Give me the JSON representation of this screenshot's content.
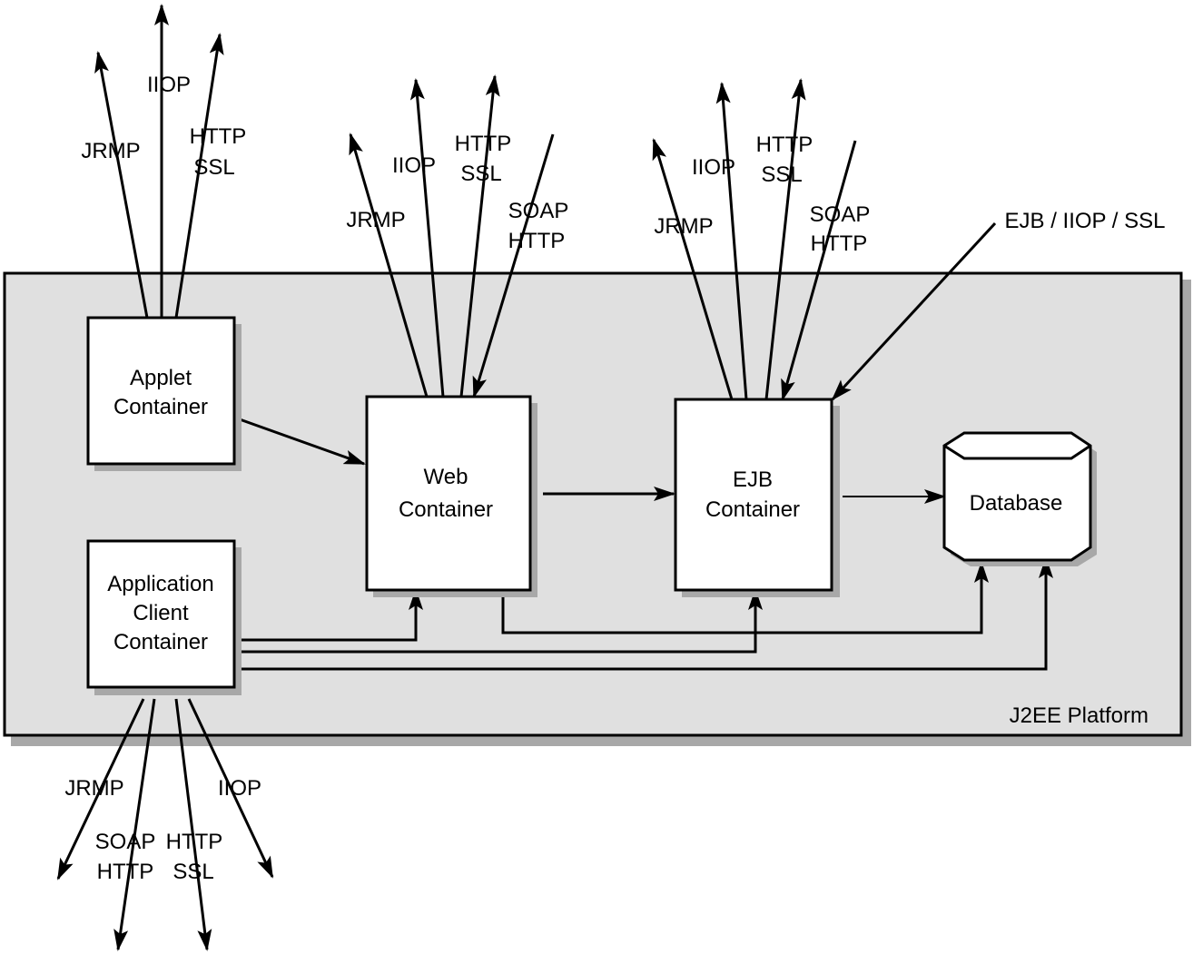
{
  "colors": {
    "platform_fill": "#e0e0e0",
    "shadow": "#a8a8a8",
    "line": "#000000",
    "box_fill": "#ffffff"
  },
  "platform": {
    "label": "J2EE Platform"
  },
  "containers": {
    "applet": {
      "line1": "Applet",
      "line2": "Container"
    },
    "web": {
      "line1": "Web",
      "line2": "Container"
    },
    "ejb": {
      "line1": "EJB",
      "line2": "Container"
    },
    "database": {
      "label": "Database"
    },
    "appclient": {
      "line1": "Application",
      "line2": "Client",
      "line3": "Container"
    }
  },
  "protocols": {
    "applet": {
      "jrmp": "JRMP",
      "iiop": "IIOP",
      "http": "HTTP",
      "ssl": "SSL"
    },
    "web": {
      "jrmp": "JRMP",
      "iiop": "IIOP",
      "http": "HTTP",
      "ssl": "SSL",
      "soap": "SOAP",
      "soap_http": "HTTP"
    },
    "ejb": {
      "jrmp": "JRMP",
      "iiop": "IIOP",
      "http": "HTTP",
      "ssl": "SSL",
      "soap": "SOAP",
      "soap_http": "HTTP",
      "incoming": "EJB / IIOP / SSL"
    },
    "appclient": {
      "jrmp": "JRMP",
      "soap": "SOAP",
      "soap_http": "HTTP",
      "http": "HTTP",
      "ssl": "SSL",
      "iiop": "IIOP"
    }
  }
}
